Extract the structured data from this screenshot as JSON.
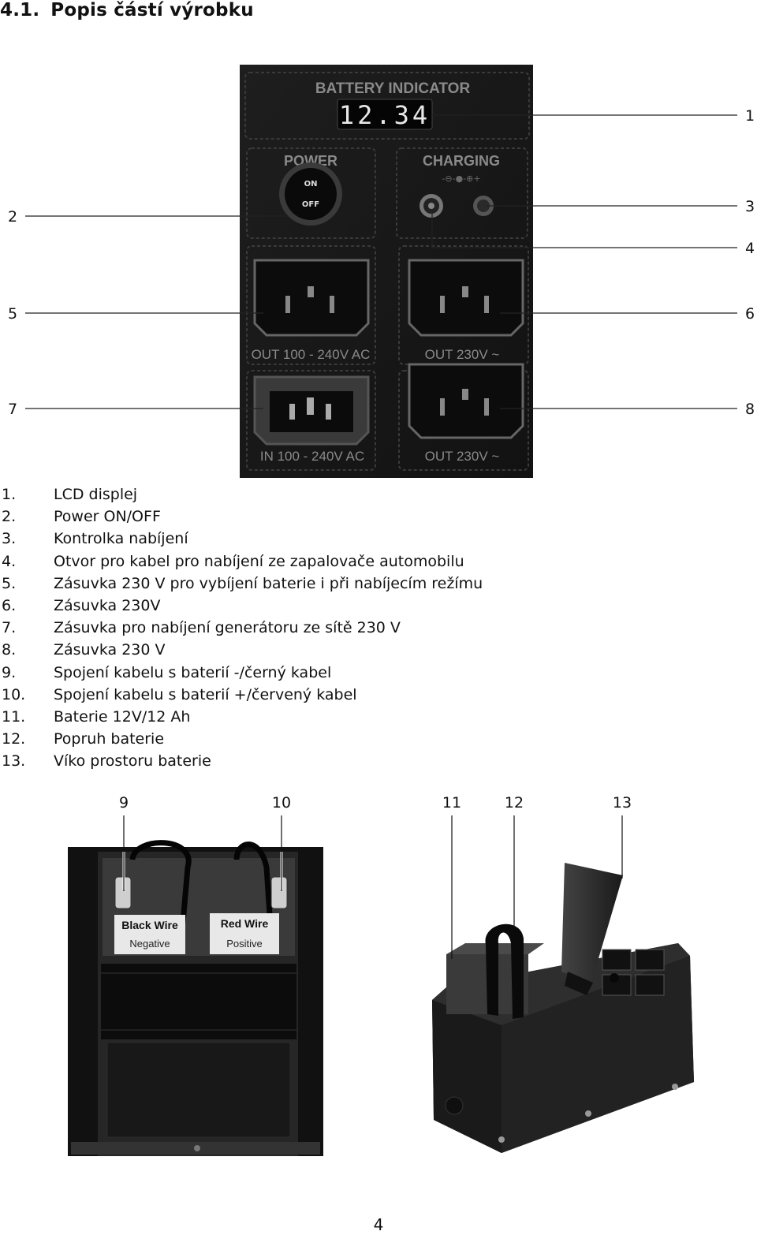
{
  "heading": {
    "number": "4.1.",
    "title": "Popis částí výrobku"
  },
  "callouts_top": [
    "1",
    "2",
    "3",
    "4",
    "5",
    "6",
    "7",
    "8"
  ],
  "panel": {
    "battery_indicator": "BATTERY INDICATOR",
    "display_value": "12.34",
    "power": "POWER",
    "on": "ON",
    "off": "OFF",
    "charging": "CHARGING",
    "charging_symbol": "-⊖-●-⊕+",
    "out_ac": "OUT 100 - 240V AC",
    "out_230_a": "OUT 230V ~",
    "in_ac": "IN 100 - 240V AC",
    "out_230_b": "OUT 230V ~"
  },
  "parts": [
    {
      "n": "1.",
      "t": "LCD displej"
    },
    {
      "n": "2.",
      "t": "Power ON/OFF"
    },
    {
      "n": "3.",
      "t": "Kontrolka nabíjení"
    },
    {
      "n": "4.",
      "t": "Otvor pro kabel pro nabíjení ze zapalovače automobilu"
    },
    {
      "n": "5.",
      "t": "Zásuvka 230 V pro vybíjení baterie i při nabíjecím režímu"
    },
    {
      "n": "6.",
      "t": "Zásuvka 230V"
    },
    {
      "n": "7.",
      "t": "Zásuvka pro nabíjení generátoru ze sítě 230 V"
    },
    {
      "n": "8.",
      "t": "Zásuvka 230 V"
    },
    {
      "n": "9.",
      "t": "Spojení kabelu s baterií -/černý kabel"
    },
    {
      "n": "10.",
      "t": "Spojení kabelu s baterií +/červený kabel"
    },
    {
      "n": "11.",
      "t": "Baterie 12V/12 Ah"
    },
    {
      "n": "12.",
      "t": "Popruh baterie"
    },
    {
      "n": "13.",
      "t": "Víko prostoru baterie"
    }
  ],
  "callouts_bottom": [
    "9",
    "10",
    "11",
    "12",
    "13"
  ],
  "battery_labels": {
    "black_top": "Black Wire",
    "black_bottom": "Negative",
    "red_top": "Red Wire",
    "red_bottom": "Positive"
  },
  "page_number": "4"
}
